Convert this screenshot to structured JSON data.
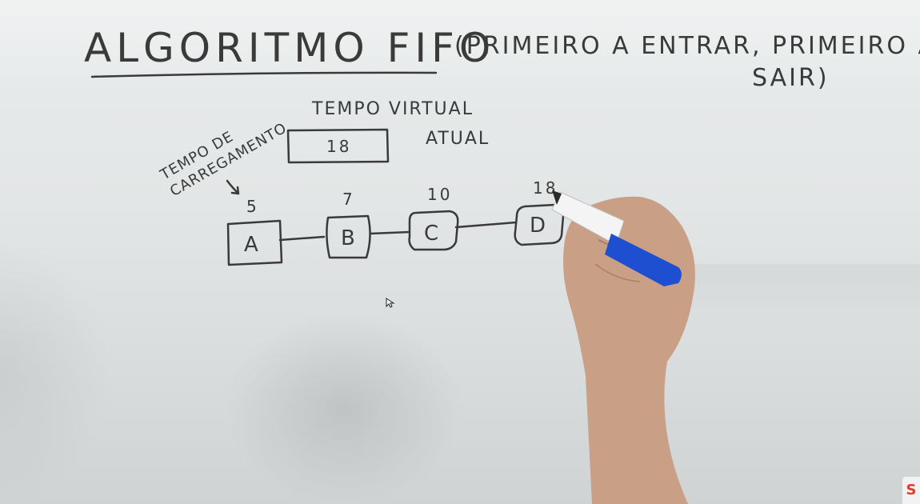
{
  "whiteboard": {
    "title": "ALGORITMO FIFO",
    "subtitle_line1": "(PRIMEIRO A ENTRAR, PRIMEIRO A",
    "subtitle_line2": "SAIR)",
    "label_load_time_line1": "TEMPO DE",
    "label_load_time_line2": "CARREGAMENTO",
    "label_virtual_time_line1": "TEMPO VIRTUAL",
    "label_virtual_time_line2": "ATUAL",
    "virtual_time_value": "18",
    "pages": [
      {
        "name": "A",
        "load_time": "5"
      },
      {
        "name": "B",
        "load_time": "7"
      },
      {
        "name": "C",
        "load_time": "10"
      },
      {
        "name": "D",
        "load_time": "18"
      }
    ]
  },
  "colors": {
    "ink": "#3a3a3a",
    "board": "#e3e6e6",
    "marker_cap": "#1f4fd1",
    "logo": "#e23b2e"
  },
  "logo_text": "S"
}
